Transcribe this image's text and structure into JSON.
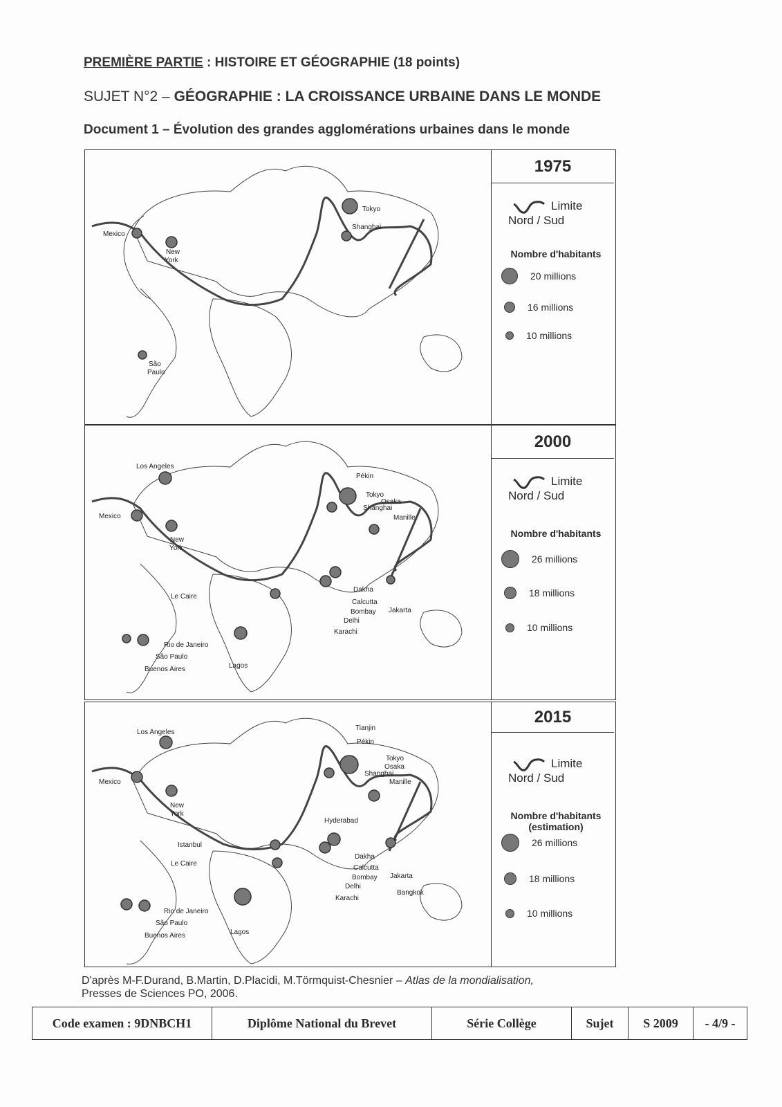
{
  "header": {
    "part_label": "PREMIÈRE PARTIE",
    "part_rest": " : HISTOIRE ET GÉOGRAPHIE (18 points)",
    "subject_prefix": "SUJET N°2 – ",
    "subject_title": "GÉOGRAPHIE : LA CROISSANCE URBAINE  DANS LE MONDE",
    "document_title": "Document 1 – Évolution des grandes agglomérations urbaines dans le monde"
  },
  "panels": [
    {
      "year": "1975",
      "legend": {
        "limit_1": "Limite",
        "limit_2": "Nord / Sud",
        "title": "Nombre d'habitants",
        "subtitle": "",
        "sizes": [
          "20 millions",
          "16 millions",
          "10 millions"
        ]
      },
      "cities": {
        "mexico": "Mexico",
        "new": "New",
        "york": "York",
        "tokyo": "Tokyo",
        "shanghai": "Shanghai",
        "sao": "São",
        "paulo": "Paulo"
      }
    },
    {
      "year": "2000",
      "legend": {
        "limit_1": "Limite",
        "limit_2": "Nord / Sud",
        "title": "Nombre d'habitants",
        "subtitle": "",
        "sizes": [
          "26 millions",
          "18 millions",
          "10 millions"
        ]
      },
      "cities": {
        "los_angeles": "Los Angeles",
        "mexico": "Mexico",
        "new": "New",
        "york": "York",
        "pekin": "Pékin",
        "tokyo": "Tokyo",
        "osaka": "Osaka",
        "shanghai": "Shanghai",
        "manille": "Manille",
        "le_caire": "Le Caire",
        "dakha": "Dakha",
        "calcutta": "Calcutta",
        "bombay": "Bombay",
        "delhi": "Delhi",
        "karachi": "Karachi",
        "jakarta": "Jakarta",
        "rio": "Rio de Janeiro",
        "sao_paulo": "São Paulo",
        "buenos_aires": "Buenos Aires",
        "lagos": "Lagos"
      }
    },
    {
      "year": "2015",
      "legend": {
        "limit_1": "Limite",
        "limit_2": "Nord / Sud",
        "title": "Nombre d'habitants",
        "subtitle": "(estimation)",
        "sizes": [
          "26  millions",
          "18  millions",
          "10 millions"
        ]
      },
      "cities": {
        "los_angeles": "Los Angeles",
        "mexico": "Mexico",
        "new": "New",
        "york": "York",
        "tianjin": "Tianjin",
        "pekin": "Pékin",
        "tokyo": "Tokyo",
        "osaka": "Osaka",
        "shanghai": "Shanghai",
        "manille": "Manille",
        "hyderabad": "Hyderabad",
        "istanbul": "Istanbul",
        "le_caire": "Le Caire",
        "dakha": "Dakha",
        "calcutta": "Calcutta",
        "bombay": "Bombay",
        "delhi": "Delhi",
        "karachi": "Karachi",
        "jakarta": "Jakarta",
        "bangkok": "Bangkok",
        "rio": "Rio de Janeiro",
        "sao_paulo": "São Paulo",
        "buenos_aires": "Buenos Aires",
        "lagos": "Lagos"
      }
    }
  ],
  "source": {
    "prefix": "D'après M-F.Durand, B.Martin, D.Placidi, M.Törmquist-Chesnier – ",
    "book": "Atlas de la mondialisation,",
    "line2": "Presses de Sciences PO, 2006."
  },
  "footer": {
    "code": "Code examen : 9DNBCH1",
    "diploma": "Diplôme National du Brevet",
    "serie": "Série Collège",
    "sujet": "Sujet",
    "session": "S 2009",
    "page": "- 4/9 -"
  },
  "colors": {
    "ink": "#333333",
    "city_fill": "#777777",
    "paper": "#fdfdfd"
  }
}
